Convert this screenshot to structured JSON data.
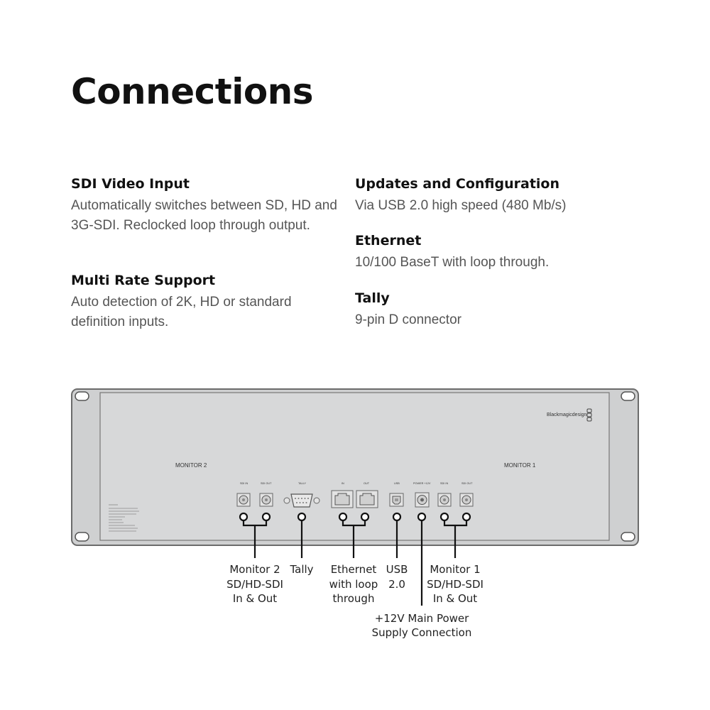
{
  "title": "Connections",
  "specs": {
    "sdi": {
      "heading": "SDI Video Input",
      "body": "Automatically switches between SD, HD and 3G-SDI. Reclocked loop through output."
    },
    "multirate": {
      "heading": "Multi Rate Support",
      "body": "Auto detection of 2K, HD or standard definition inputs."
    },
    "updates": {
      "heading": "Updates and Configuration",
      "body": "Via USB 2.0 high speed (480 Mb/s)"
    },
    "ethernet": {
      "heading": "Ethernet",
      "body": "10/100 BaseT with loop through."
    },
    "tally": {
      "heading": "Tally",
      "body": "9-pin D connector"
    }
  },
  "panel": {
    "brand": "Blackmagicdesign",
    "monitor2_label": "MONITOR 2",
    "monitor1_label": "MONITOR 1",
    "port_labels": {
      "sdi_in_2": "SDI IN",
      "sdi_out_2": "SDI OUT",
      "tally": "TALLY",
      "eth_in": "IN",
      "eth_out": "OUT",
      "usb": "USB",
      "power": "POWER +12V",
      "sdi_in_1": "SDI IN",
      "sdi_out_1": "SDI OUT"
    }
  },
  "callouts": {
    "monitor2": [
      "Monitor 2",
      "SD/HD-SDI",
      "In & Out"
    ],
    "tally": [
      "Tally"
    ],
    "ethernet": [
      "Ethernet",
      "with loop",
      "through"
    ],
    "usb": [
      "USB",
      "2.0"
    ],
    "monitor1": [
      "Monitor 1",
      "SD/HD-SDI",
      "In & Out"
    ],
    "power": [
      "+12V Main Power",
      "Supply Connection"
    ]
  }
}
